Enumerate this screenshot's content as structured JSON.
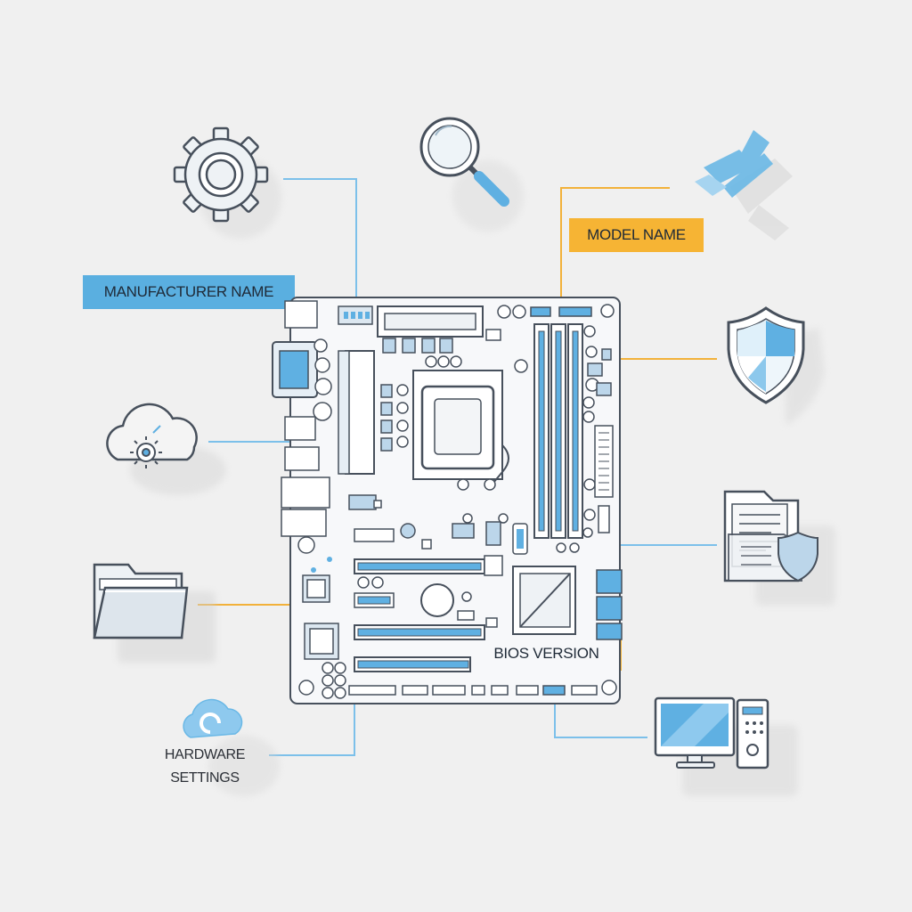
{
  "labels": {
    "manufacturer": "MANUFACTURER NAME",
    "model": "MODEL NAME",
    "bios": "BIOS VERSION",
    "hardware_line1": "HARDWARE",
    "hardware_line2": "SETTINGS"
  },
  "colors": {
    "background": "#f0f0f0",
    "blue_label": "#5aafe0",
    "orange_label": "#f6b434",
    "blue_connector": "#7cc0ea",
    "orange_connector": "#f2b13a",
    "outline": "#47505c",
    "accent_blue": "#5fb0e2"
  },
  "icons": [
    "gear-icon",
    "magnifier-icon",
    "tools-icon",
    "shield-icon",
    "cloud-settings-icon",
    "document-folder-icon",
    "folder-icon",
    "cloud-icon",
    "desktop-computer-icon",
    "motherboard"
  ]
}
